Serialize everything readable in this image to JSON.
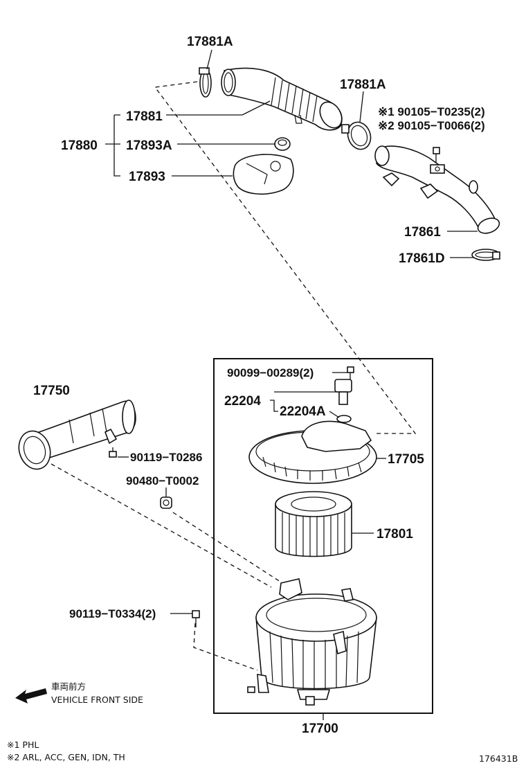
{
  "labels": {
    "p17881A_top": "17881A",
    "p17881A_right": "17881A",
    "p17881": "17881",
    "p17880": "17880",
    "p17893A": "17893A",
    "p17893": "17893",
    "bolt1": "※1 90105−T0235(2)",
    "bolt2": "※2 90105−T0066(2)",
    "p17861": "17861",
    "p17861D": "17861D",
    "p17750": "17750",
    "p90119_T0286": "90119−T0286",
    "p90480": "90480−T0002",
    "p90099": "90099−00289(2)",
    "p22204": "22204",
    "p22204A": "22204A",
    "p17705": "17705",
    "p17801": "17801",
    "p90119_T0334": "90119−T0334(2)",
    "p17700": "17700"
  },
  "direction": {
    "jp": "車両前方",
    "en": "VEHICLE FRONT SIDE"
  },
  "notes": {
    "n1": "※1 PHL",
    "n2": "※2 ARL, ACC, GEN, IDN, TH"
  },
  "figure_id": "176431B"
}
